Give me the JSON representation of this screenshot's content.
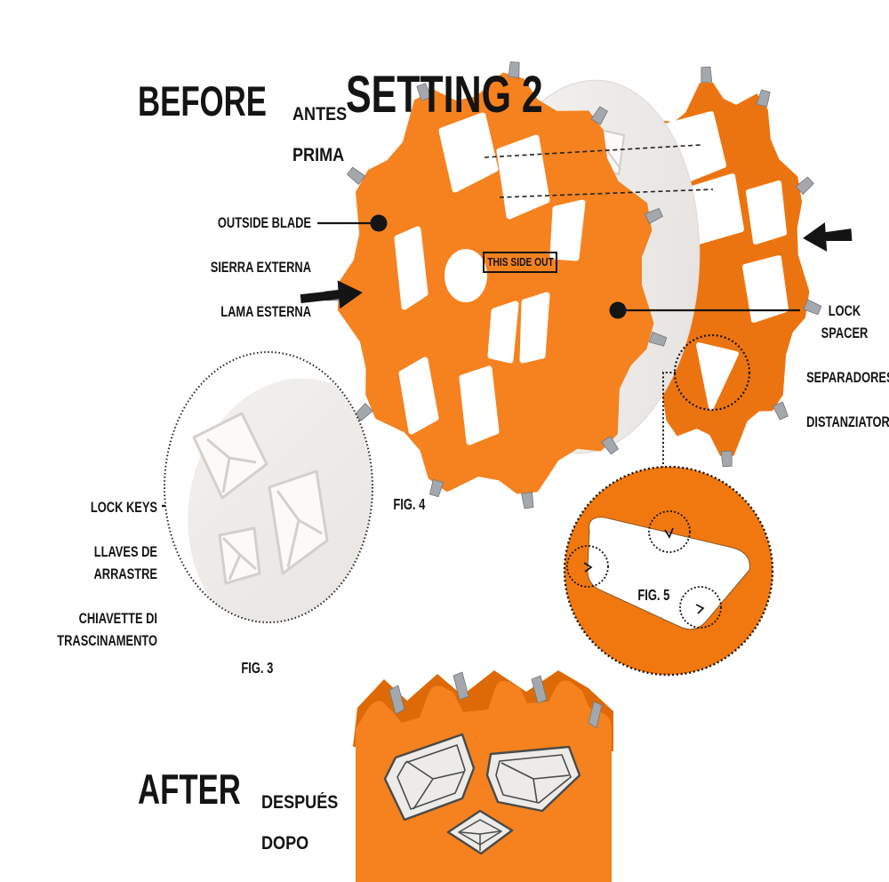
{
  "title": "SETTING 2",
  "sections": {
    "before": {
      "label": "BEFORE",
      "translations": [
        "ANTES",
        "PRIMA"
      ]
    },
    "after": {
      "label": "AFTER",
      "translations": [
        "DESPUÉS",
        "DOPO"
      ]
    }
  },
  "callouts": {
    "outside_blade": {
      "lines": [
        "OUTSIDE BLADE",
        "SIERRA EXTERNA",
        "LAMA ESTERNA"
      ]
    },
    "lock_spacer": {
      "lines": [
        "LOCK SPACER",
        "SEPARADORES",
        "DISTANZIATORE"
      ]
    },
    "lock_keys": {
      "lines": [
        "LOCK KEYS",
        "LLAVES DE ARRASTRE",
        "CHIAVETTE DI TRASCINAMENTO"
      ]
    }
  },
  "figures": {
    "fig3": "FIG. 3",
    "fig4": "FIG. 4",
    "fig5": "FIG. 5"
  },
  "blade_marking": "THIS SIDE OUT",
  "colors": {
    "blade_orange": "#F5821F",
    "blade_orange_dark": "#EC7410",
    "fig5_orange": "#F1780F",
    "after_shadow_orange": "#DD6A06",
    "spacer_white": "#F2F0ED",
    "key_white": "#FBFAF8",
    "key_stroke": "#D3D0CC",
    "tooth_gray": "#A4A8AC",
    "after_key_fill": "#ECEBE8",
    "after_key_stroke": "#4A4A48",
    "ink": "#141414"
  }
}
